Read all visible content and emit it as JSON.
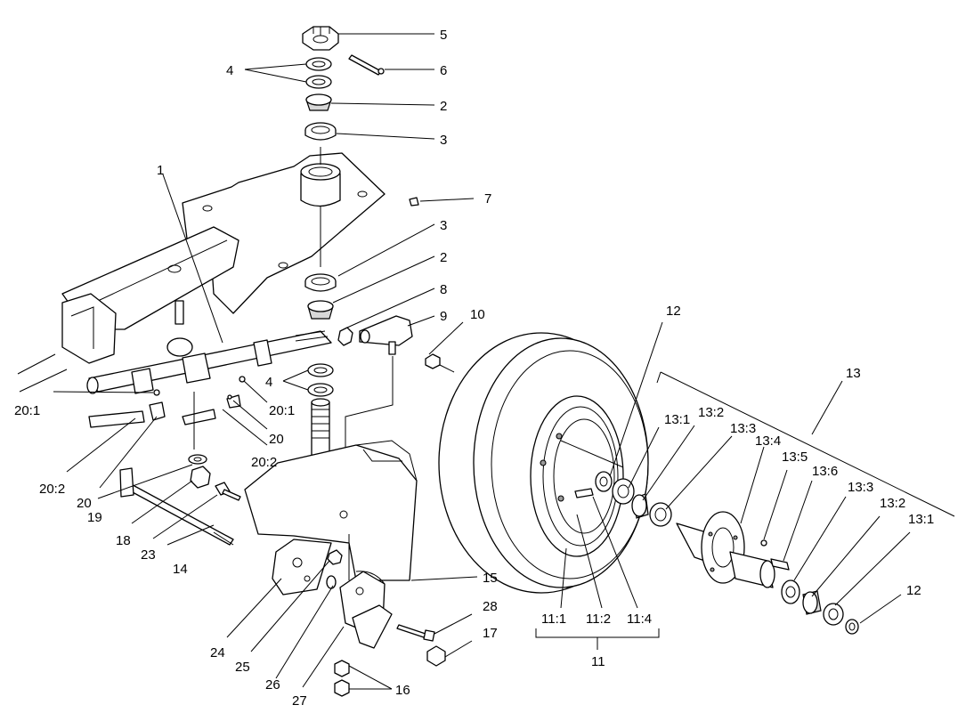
{
  "callouts": {
    "c1": "1",
    "c2a": "2",
    "c2b": "2",
    "c3a": "3",
    "c3b": "3",
    "c4a": "4",
    "c4b": "4",
    "c5": "5",
    "c6": "6",
    "c7": "7",
    "c8": "8",
    "c9": "9",
    "c10": "10",
    "c11": "11",
    "c11_1": "11:1",
    "c11_2": "11:2",
    "c11_4": "11:4",
    "c12a": "12",
    "c12b": "12",
    "c13": "13",
    "c13_1a": "13:1",
    "c13_2a": "13:2",
    "c13_3a": "13:3",
    "c13_4": "13:4",
    "c13_5": "13:5",
    "c13_6": "13:6",
    "c13_3b": "13:3",
    "c13_2b": "13:2",
    "c13_1b": "13:1",
    "c14": "14",
    "c15": "15",
    "c16": "16",
    "c17": "17",
    "c18": "18",
    "c19": "19",
    "c20a": "20",
    "c20b": "20",
    "c20_1a": "20:1",
    "c20_1b": "20:1",
    "c20_2a": "20:2",
    "c20_2b": "20:2",
    "c23": "23",
    "c24": "24",
    "c25": "25",
    "c26": "26",
    "c27": "27",
    "c28": "28"
  }
}
